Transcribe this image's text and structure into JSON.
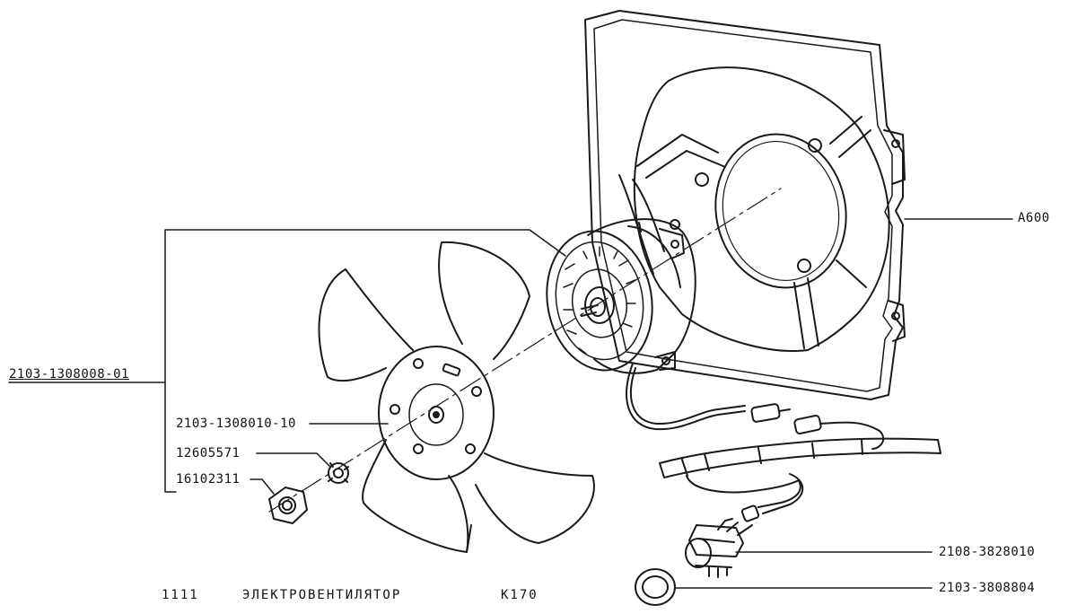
{
  "part_labels": {
    "assembly": "2103-1308008-01",
    "impeller": "2103-1308010-10",
    "washer": "12605571",
    "nut": "16102311",
    "shroud": "A600",
    "switch": "2108-3828010",
    "seal_ring": "2103-3808804"
  },
  "footer": {
    "group_number": "1111",
    "title": "ЭЛЕКТРОВЕНТИЛЯТОР",
    "code": "К170"
  }
}
